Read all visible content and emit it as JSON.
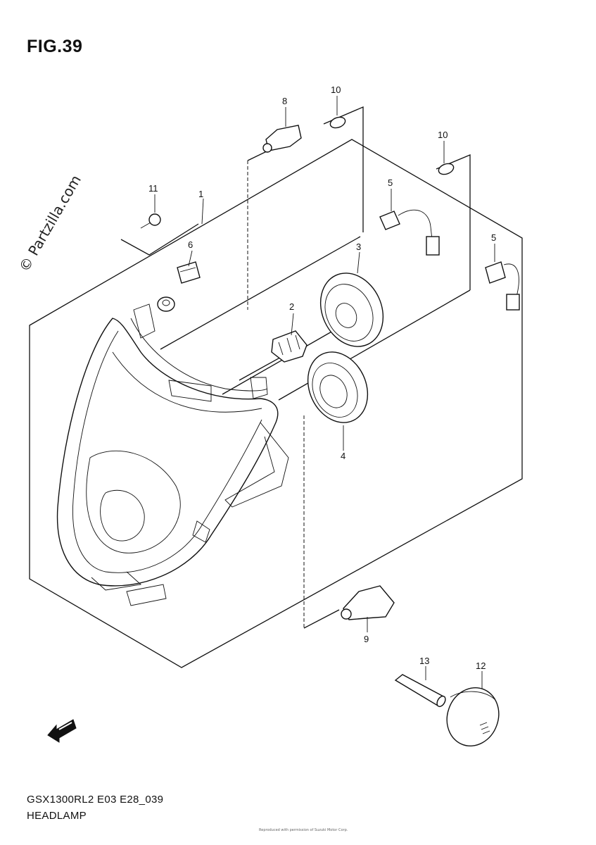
{
  "figure": {
    "title": "FIG.39",
    "watermark": "© Partzilla.com",
    "model_code": "GSX1300RL2 E03 E28_039",
    "section_name": "HEADLAMP",
    "fine_print": "Reproduced with permission of Suzuki Motor Corp."
  },
  "callouts": [
    {
      "label": "1",
      "part": "headlamp-assembly"
    },
    {
      "label": "2",
      "part": "socket"
    },
    {
      "label": "3",
      "part": "cap"
    },
    {
      "label": "4",
      "part": "cap"
    },
    {
      "label": "5",
      "part": "socket-with-wire"
    },
    {
      "label": "5",
      "part": "socket-with-wire"
    },
    {
      "label": "6",
      "part": "label"
    },
    {
      "label": "8",
      "part": "bulb"
    },
    {
      "label": "9",
      "part": "bulb"
    },
    {
      "label": "10",
      "part": "bulb"
    },
    {
      "label": "10",
      "part": "bulb"
    },
    {
      "label": "11",
      "part": "screw"
    },
    {
      "label": "12",
      "part": "cushion"
    },
    {
      "label": "13",
      "part": "rod"
    }
  ],
  "icons": {
    "direction": "forward-arrow-icon"
  }
}
